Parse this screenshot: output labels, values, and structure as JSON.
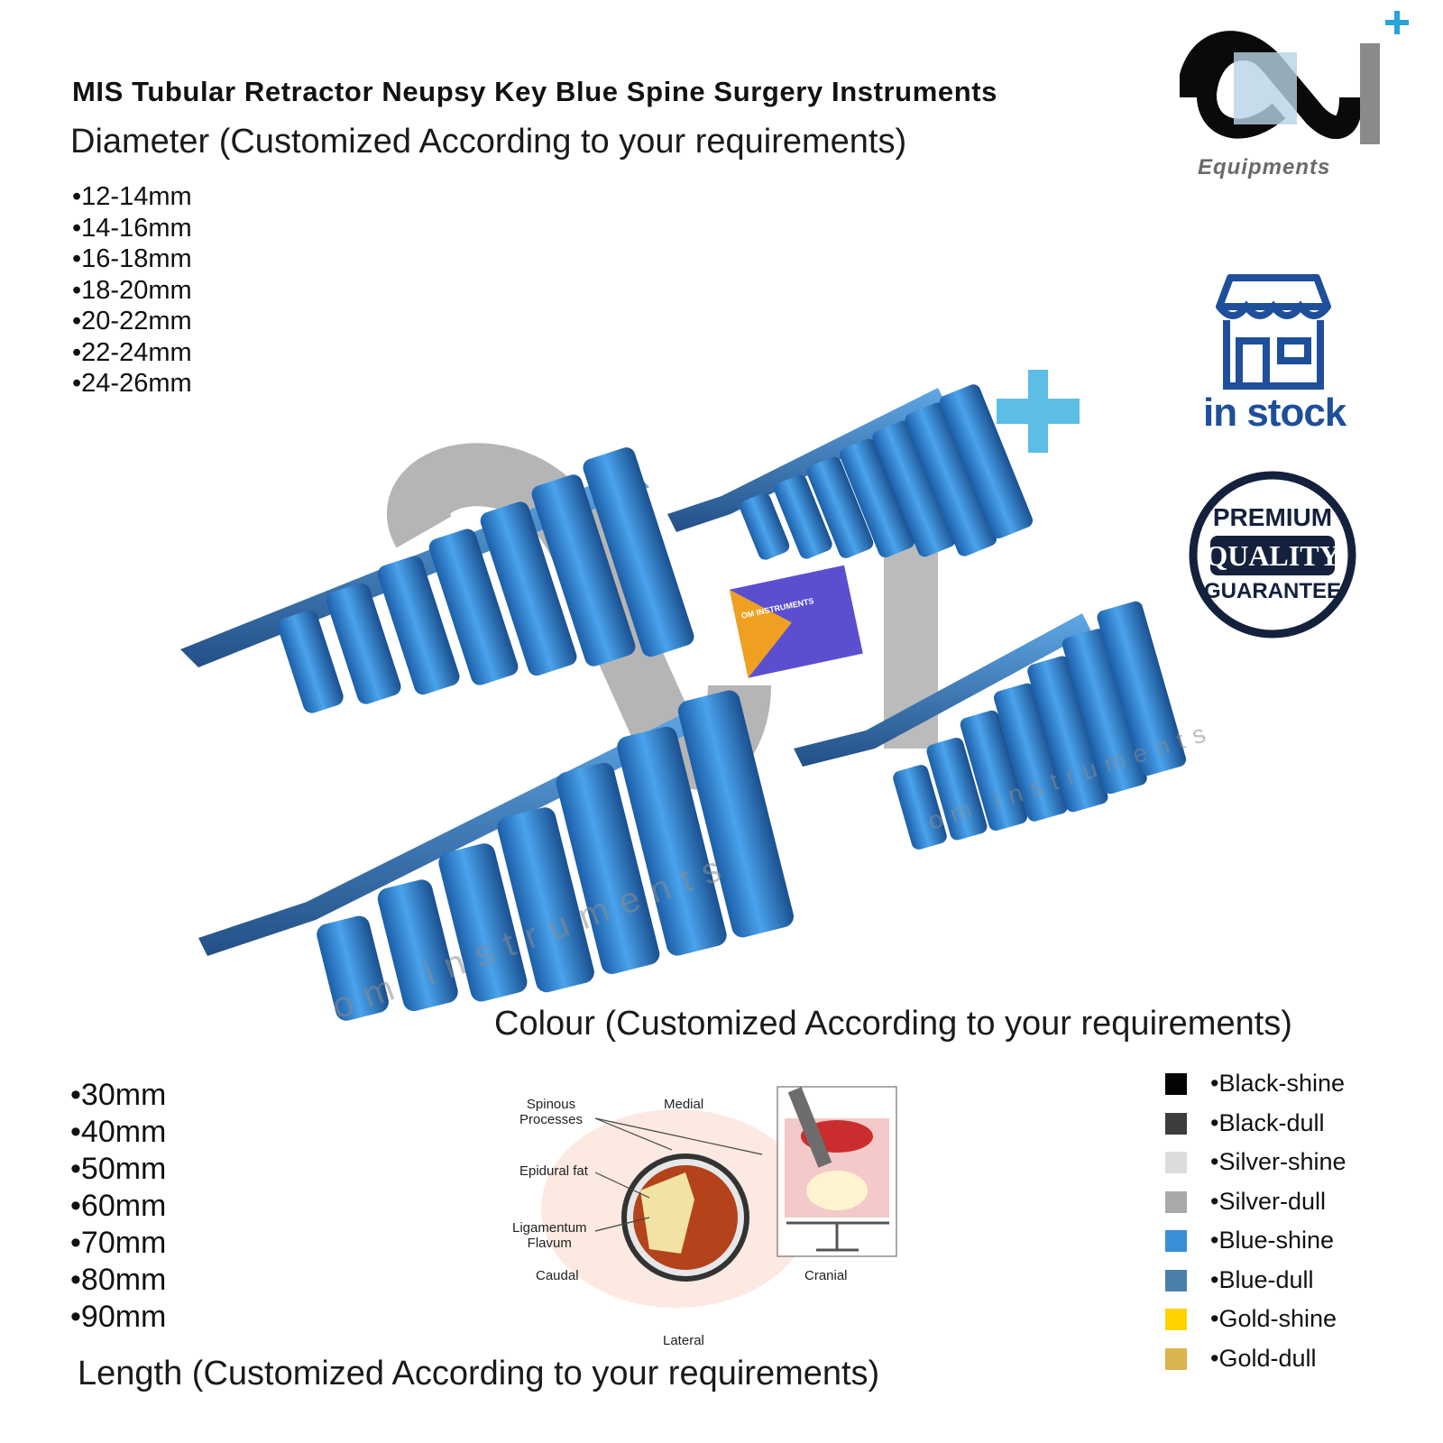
{
  "header": {
    "title": "MIS Tubular Retractor Neupsy Key Blue Spine Surgery Instruments",
    "diameter_heading": "Diameter (Customized According to your requirements)"
  },
  "brand": {
    "logo_icon": "omi-logo-icon",
    "logo_text": "Equipments",
    "watermark_text": "om instruments"
  },
  "diameters": [
    "12-14mm",
    "14-16mm",
    "16-18mm",
    "18-20mm",
    "20-22mm",
    "22-24mm",
    "24-26mm"
  ],
  "stock": {
    "icon": "store-icon",
    "label": "in stock"
  },
  "badge": {
    "line1": "PREMIUM",
    "line2": "QUALITY",
    "line3": "GUARANTEE"
  },
  "colour": {
    "heading": "Colour (Customized According to your requirements)",
    "options": [
      {
        "label": "Black-shine",
        "swatch": "#050505"
      },
      {
        "label": "Black-dull",
        "swatch": "#3d3d3d"
      },
      {
        "label": "Silver-shine",
        "swatch": "#dcdcdc"
      },
      {
        "label": "Silver-dull",
        "swatch": "#a9a9a9"
      },
      {
        "label": "Blue-shine",
        "swatch": "#3a8fd6"
      },
      {
        "label": "Blue-dull",
        "swatch": "#4a7fa8"
      },
      {
        "label": "Gold-shine",
        "swatch": "#ffd200"
      },
      {
        "label": "Gold-dull",
        "swatch": "#d8b64e"
      }
    ]
  },
  "lengths": [
    "30mm",
    "40mm",
    "50mm",
    "60mm",
    "70mm",
    "80mm",
    "90mm"
  ],
  "length_heading": "Length (Customized According to your requirements)",
  "diagram": {
    "spinous": "Spinous\nProcesses",
    "medial": "Medial",
    "epidural": "Epidural fat",
    "ligamentum": "Ligamentum\nFlavum",
    "caudal": "Caudal",
    "cranial": "Cranial",
    "lateral": "Lateral"
  },
  "card_text": "OM INSTRUMENTS",
  "colors": {
    "tube_blue": "#2f7fd0",
    "brand_blue": "#1f4f9a",
    "accent_cyan": "#5cbde6"
  }
}
